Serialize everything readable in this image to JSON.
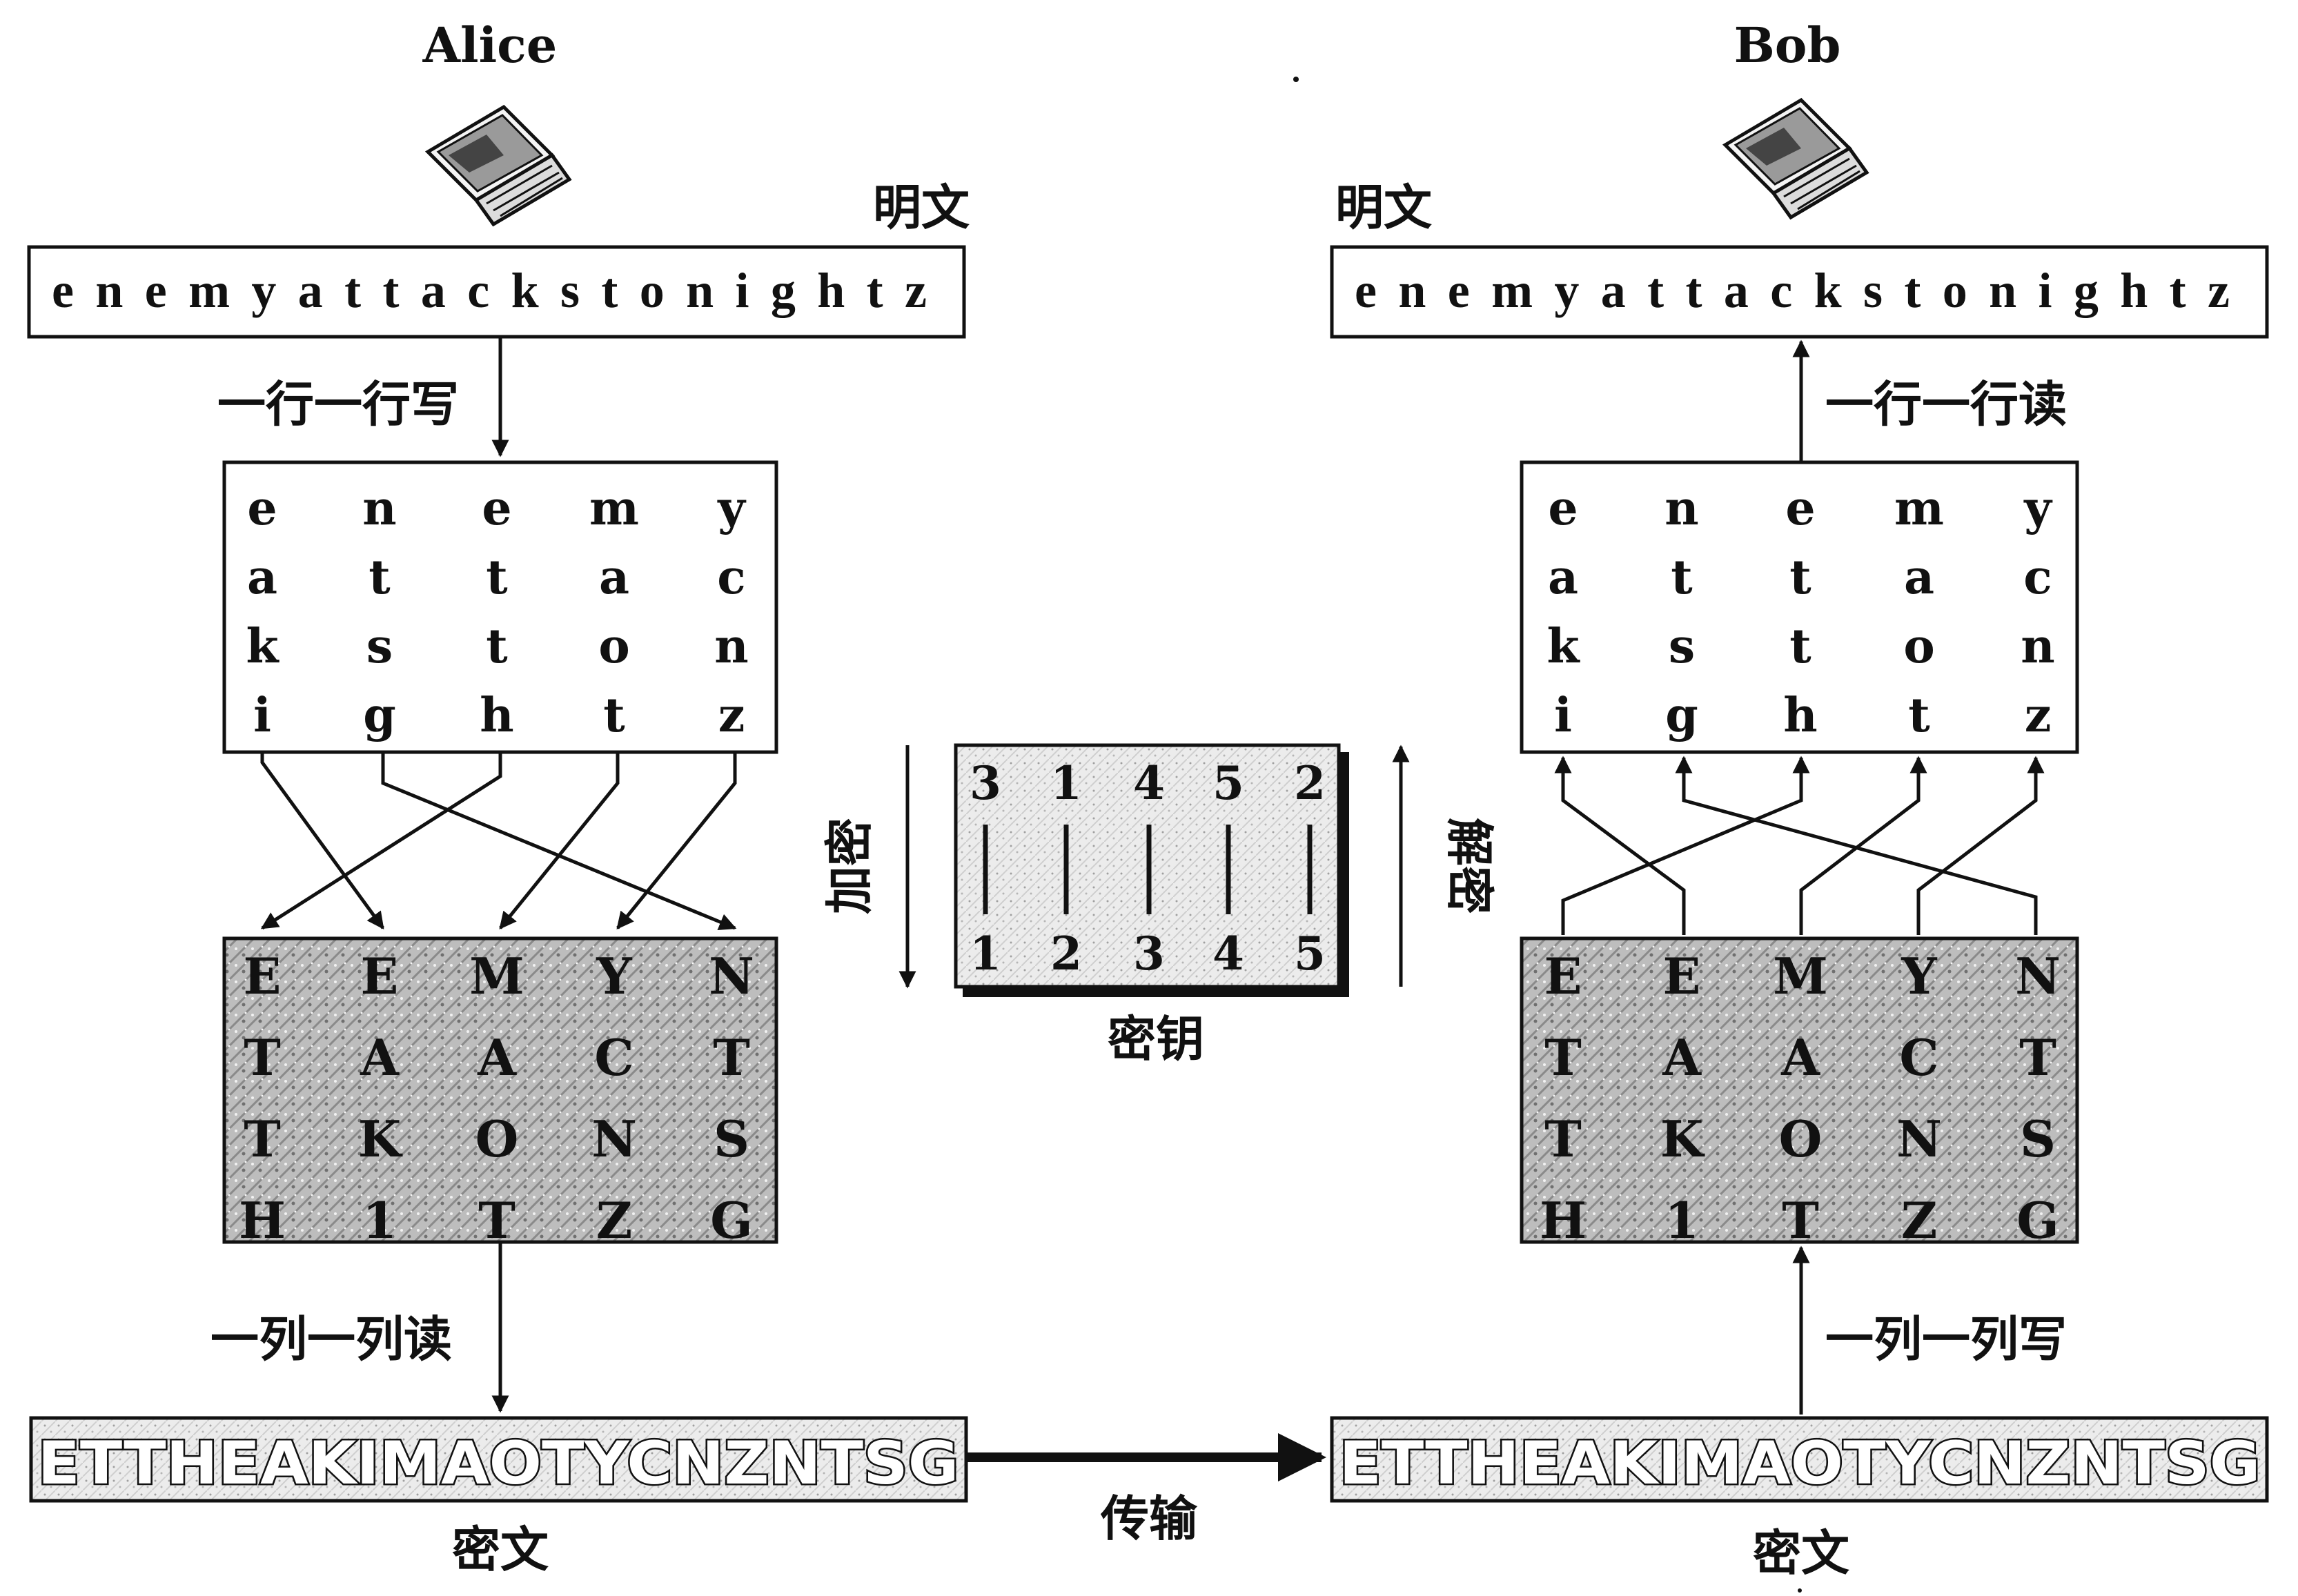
{
  "alice": {
    "name": "Alice",
    "icon": "laptop-icon"
  },
  "bob": {
    "name": "Bob",
    "icon": "laptop-icon"
  },
  "plaintext_label": "明文",
  "plaintext": "enemyattackstonightz",
  "ciphertext_label": "密文",
  "ciphertext": "ETTHEAKIMAOTYCNZNTSG",
  "write_rows": "一行一行写",
  "read_rows": "一行一行读",
  "read_columns": "一列一列读",
  "write_columns": "一列一列写",
  "transmit": "传输",
  "encrypt": "加密",
  "decrypt": "解密",
  "key_label": "密钥",
  "key_top": [
    "3",
    "1",
    "4",
    "5",
    "2"
  ],
  "key_bottom": [
    "1",
    "2",
    "3",
    "4",
    "5"
  ],
  "grid_rows": [
    [
      "e",
      "n",
      "e",
      "m",
      "y"
    ],
    [
      "a",
      "t",
      "t",
      "a",
      "c"
    ],
    [
      "k",
      "s",
      "t",
      "o",
      "n"
    ],
    [
      "i",
      "g",
      "h",
      "t",
      "z"
    ]
  ],
  "permuted_rows": [
    [
      "E",
      "E",
      "M",
      "Y",
      "N"
    ],
    [
      "T",
      "A",
      "A",
      "C",
      "T"
    ],
    [
      "T",
      "K",
      "O",
      "N",
      "S"
    ],
    [
      "H",
      "1",
      "T",
      "Z",
      "G"
    ]
  ]
}
